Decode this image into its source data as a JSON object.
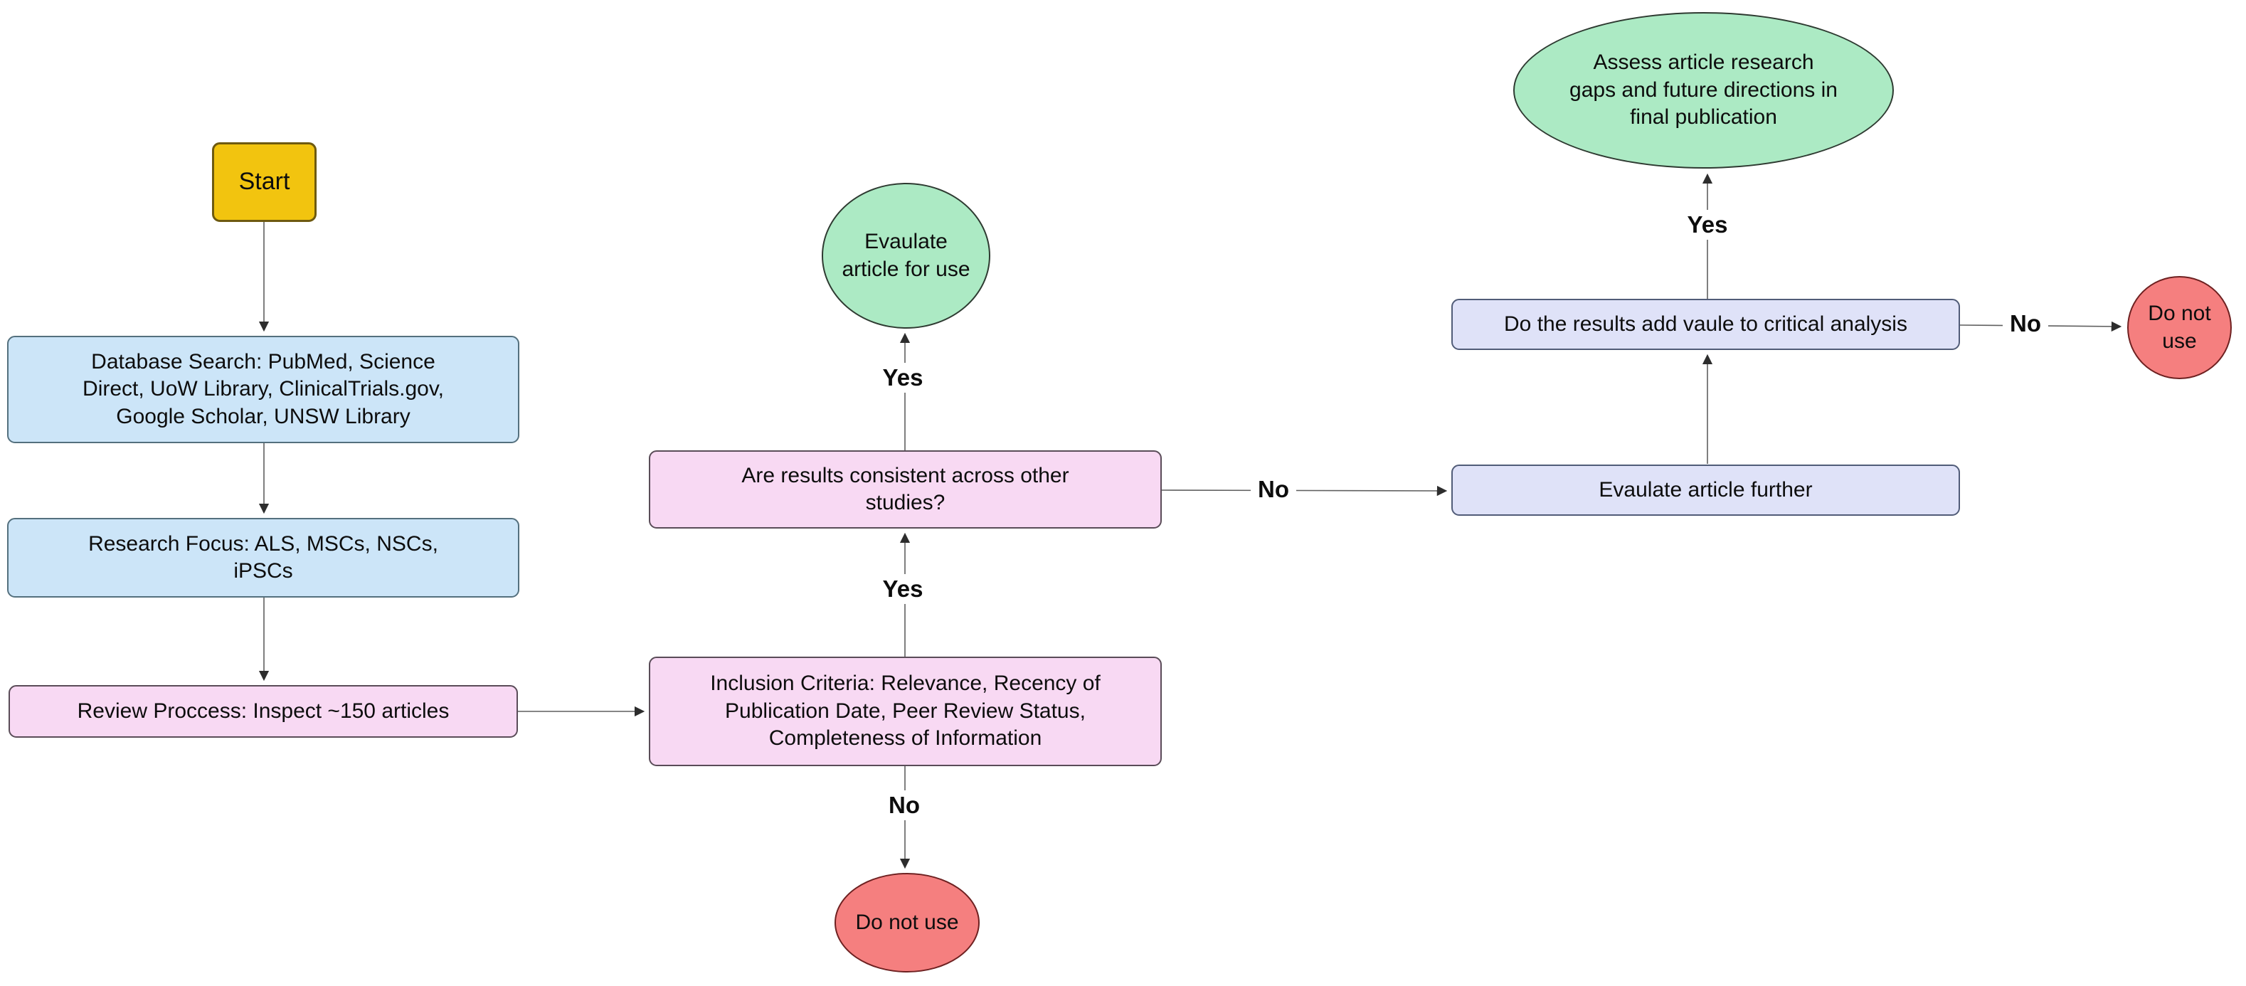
{
  "diagram": {
    "title": "Article review flowchart",
    "nodes": {
      "start": {
        "label": "Start",
        "lines": [
          "Start"
        ],
        "fill": "#f2c40f",
        "border": "#6e5a10",
        "shape": "rounded-rect"
      },
      "db_search": {
        "label": "Database Search: PubMed, Science Direct, UoW Library, ClinicalTrials.gov, Google Scholar, UNSW Library",
        "lines": [
          "Database Search: PubMed, Science",
          "Direct, UoW Library, ClinicalTrials.gov,",
          "Google Scholar, UNSW Library"
        ],
        "fill": "#cce5f8",
        "border": "#54707e",
        "shape": "rounded-rect"
      },
      "research_focus": {
        "label": "Research Focus: ALS, MSCs, NSCs, iPSCs",
        "lines": [
          "Research Focus: ALS, MSCs, NSCs,",
          "iPSCs"
        ],
        "fill": "#cce5f8",
        "border": "#54707e",
        "shape": "rounded-rect"
      },
      "review_process": {
        "label": "Review Proccess: Inspect ~150 articles",
        "lines": [
          "Review Proccess: Inspect ~150 articles"
        ],
        "fill": "#f8d9f3",
        "border": "#5a4c58",
        "shape": "rounded-rect"
      },
      "inclusion_criteria": {
        "label": "Inclusion Criteria: Relevance, Recency of Publication Date, Peer Review Status, Completeness of Information",
        "lines": [
          "Inclusion Criteria: Relevance, Recency of",
          "Publication Date, Peer Review Status,",
          "Completeness of Information"
        ],
        "fill": "#f8d9f3",
        "border": "#5a4c58",
        "shape": "rounded-rect"
      },
      "consistent": {
        "label": "Are results consistent across other studies?",
        "lines": [
          "Are results consistent across other",
          "studies?"
        ],
        "fill": "#f8d9f3",
        "border": "#5a4c58",
        "shape": "rounded-rect"
      },
      "evaluate_use": {
        "label": "Evaulate article for use",
        "lines": [
          "Evaulate",
          "article for use"
        ],
        "fill": "#aceac4",
        "border": "#2e3a31",
        "shape": "ellipse"
      },
      "do_not_use_bottom": {
        "label": "Do not use",
        "lines": [
          "Do not use"
        ],
        "fill": "#f57f7f",
        "border": "#6e2121",
        "shape": "ellipse"
      },
      "assess": {
        "label": "Assess article research gaps and future directions in final publication",
        "lines": [
          "Assess article research",
          "gaps and future directions in",
          "final publication"
        ],
        "fill": "#aceac4",
        "border": "#2e3a31",
        "shape": "ellipse"
      },
      "add_value": {
        "label": "Do the results add vaule to critical analysis",
        "lines": [
          "Do the results add vaule to critical analysis"
        ],
        "fill": "#dfe2f8",
        "border": "#515c78",
        "shape": "rounded-rect"
      },
      "evaluate_further": {
        "label": "Evaulate article further",
        "lines": [
          "Evaulate article further"
        ],
        "fill": "#dfe2f8",
        "border": "#515c78",
        "shape": "rounded-rect"
      },
      "do_not_use_right": {
        "label": "Do not use",
        "lines": [
          "Do not",
          "use"
        ],
        "fill": "#f57f7f",
        "border": "#6e2121",
        "shape": "circle"
      }
    },
    "edge_labels": {
      "consistent_to_evaluate_use": "Yes",
      "inclusion_to_consistent": "Yes",
      "inclusion_to_do_not_use": "No",
      "consistent_to_evaluate_further": "No",
      "add_value_to_assess": "Yes",
      "add_value_to_do_not_use": "No"
    },
    "colors": {
      "background": "#ffffff",
      "connector_line": "#5f5f5f",
      "arrowhead": "#2d2d2d",
      "text": "#0d0d0d",
      "start_fill": "#f2c40f",
      "process_blue_fill": "#cce5f8",
      "decision_pink_fill": "#f8d9f3",
      "action_lavender_fill": "#dfe2f8",
      "terminal_green_fill": "#aceac4",
      "terminal_red_fill": "#f57f7f"
    }
  }
}
